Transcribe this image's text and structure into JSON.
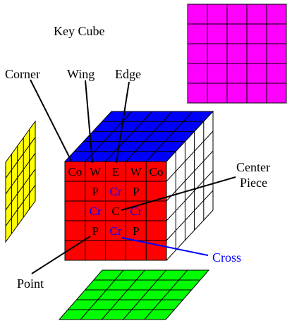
{
  "title": "Key Cube",
  "labels": {
    "corner": "Corner",
    "wing": "Wing",
    "edge": "Edge",
    "center_piece_line1": "Center",
    "center_piece_line2": "Piece",
    "cross": "Cross",
    "point": "Point"
  },
  "face_grid": [
    [
      "Co",
      "W",
      "E",
      "W",
      "Co"
    ],
    [
      "",
      "P",
      "Cr",
      "P",
      ""
    ],
    [
      "",
      "Cr",
      "C",
      "Cr",
      ""
    ],
    [
      "",
      "P",
      "Cr",
      "P",
      ""
    ],
    [
      "",
      "",
      "",
      "",
      ""
    ]
  ],
  "colors": {
    "front": "#ff0000",
    "top": "#0000ff",
    "right": "#ffffff",
    "left_panel": "#ffff00",
    "back_panel": "#ff00ff",
    "bottom_panel": "#00ff00",
    "cross_text": "#0000ff",
    "text": "#000000"
  }
}
